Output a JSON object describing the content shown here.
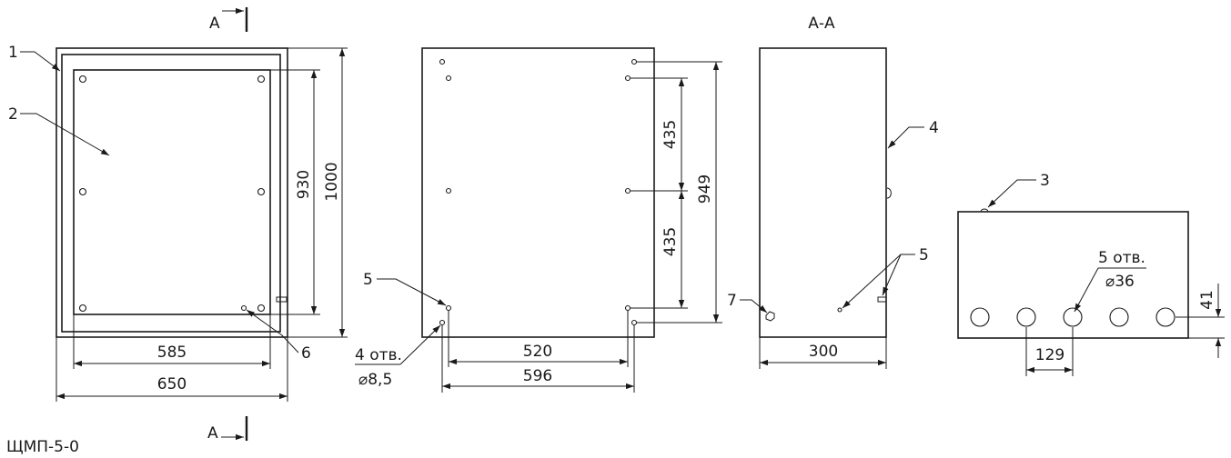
{
  "drawing_title": "ЩМП-5-0",
  "section": {
    "marker": "А",
    "title": "А-А"
  },
  "callouts": {
    "c1": "1",
    "c2": "2",
    "c3": "3",
    "c4": "4",
    "c5": "5",
    "c6": "6",
    "c7": "7"
  },
  "dimensions": {
    "front_width": "650",
    "front_inner_width": "585",
    "front_height": "1000",
    "front_inner_height": "930",
    "rear_mount_width": "520",
    "rear_width": "596",
    "rear_height": "949",
    "rear_spacing_upper": "435",
    "rear_spacing_lower": "435",
    "side_depth": "300",
    "bottom_hole_pitch": "129",
    "bottom_hole_height": "41"
  },
  "notes": {
    "mount_holes_count": "4 отв.",
    "mount_holes_dia": "⌀8,5",
    "cable_holes_count": "5 отв.",
    "cable_holes_dia": "⌀36"
  }
}
